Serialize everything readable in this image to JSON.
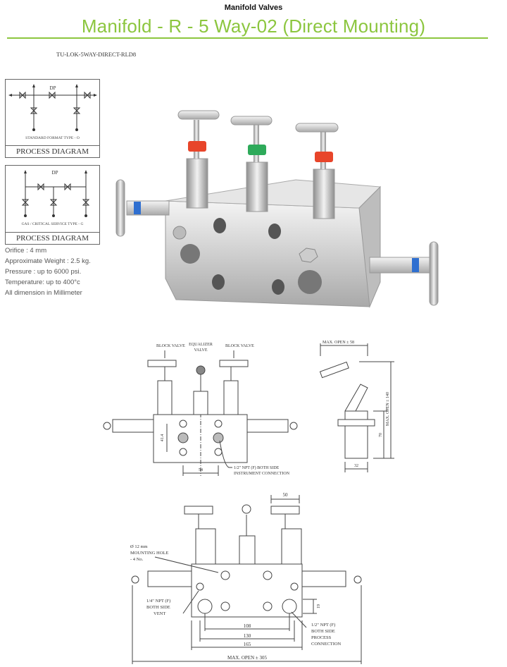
{
  "header": {
    "category": "Manifold Valves",
    "title": "Manifold - R - 5 Way-02 (Direct Mounting)",
    "model_code": "TU-LOK-5WAY-DIRECT-RLD8",
    "accent_color": "#8cc63f"
  },
  "process_diagrams": [
    {
      "dp_label": "DP",
      "type_label": "STANDARD FORMAT TYPE - O",
      "caption": "PROCESS DIAGRAM"
    },
    {
      "dp_label": "DP",
      "type_label": "GAS / CRITICAL SERVICE TYPE - G",
      "caption": "PROCESS DIAGRAM"
    }
  ],
  "specs": [
    "Orifice : 4 mm",
    "Approximate Weight : 2.5 kg.",
    "Pressure : up to 6000 psi.",
    "Temperature: up to 400°c",
    "All dimension in Millimeter"
  ],
  "front_view": {
    "block_valve_left": "BLOCK VALVE",
    "equalizer_1": "EQUALIZER",
    "equalizer_2": "VALVE",
    "block_valve_right": "BLOCK VALVE",
    "dim_41": "41.4",
    "dim_54": "54",
    "connection_1": "1/2\" NPT (F) BOTH SIDE",
    "connection_2": "INSTRUMENT CONNECTION"
  },
  "side_view": {
    "max_open_58": "MAX. OPEN ± 58",
    "max_open_140": "MAX. OPEN ± 140",
    "dim_70": "70",
    "dim_32": "32"
  },
  "bottom_view": {
    "dim_50": "50",
    "mounting_1": "Ø 12 mm",
    "mounting_2": "MOUNTING HOLE",
    "mounting_3": "- 4 No.",
    "vent_1": "1/4\" NPT (F)",
    "vent_2": "BOTH SIDE",
    "vent_3": "VENT",
    "process_1": "1/2\" NPT (F)",
    "process_2": "BOTH SIDE",
    "process_3": "PROCESS",
    "process_4": "CONNECTION",
    "dim_19": "19",
    "dim_108": "108",
    "dim_130": "130",
    "dim_165": "165",
    "max_open_305": "MAX. OPEN ± 305"
  },
  "photo": {
    "handle_colors": [
      "#e8452a",
      "#2eaa5a",
      "#e8452a"
    ],
    "port_color": "#2f6fd0"
  }
}
